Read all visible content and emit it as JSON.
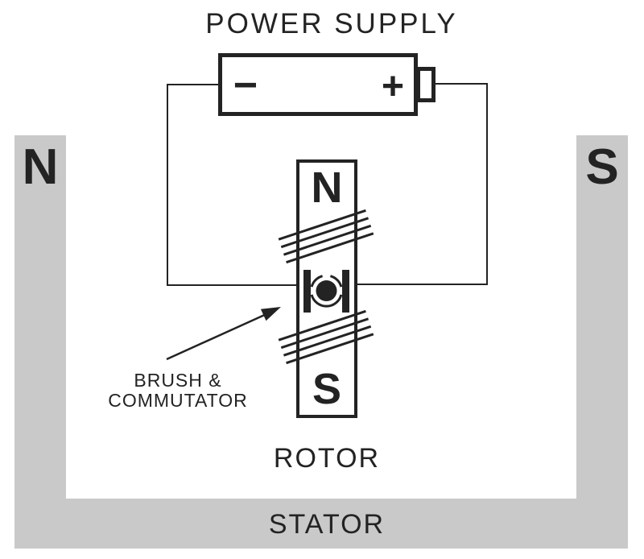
{
  "diagram": {
    "title": "POWER SUPPLY",
    "power_supply": {
      "negative_symbol": "−",
      "positive_symbol": "+"
    },
    "stator": {
      "label": "STATOR",
      "left_pole": "N",
      "right_pole": "S",
      "fill_color": "#c9c9c9"
    },
    "rotor": {
      "label": "ROTOR",
      "top_pole": "N",
      "bottom_pole": "S"
    },
    "brush_commutator": {
      "label_line1": "BRUSH &",
      "label_line2": "COMMUTATOR"
    },
    "line_color": "#232323"
  }
}
